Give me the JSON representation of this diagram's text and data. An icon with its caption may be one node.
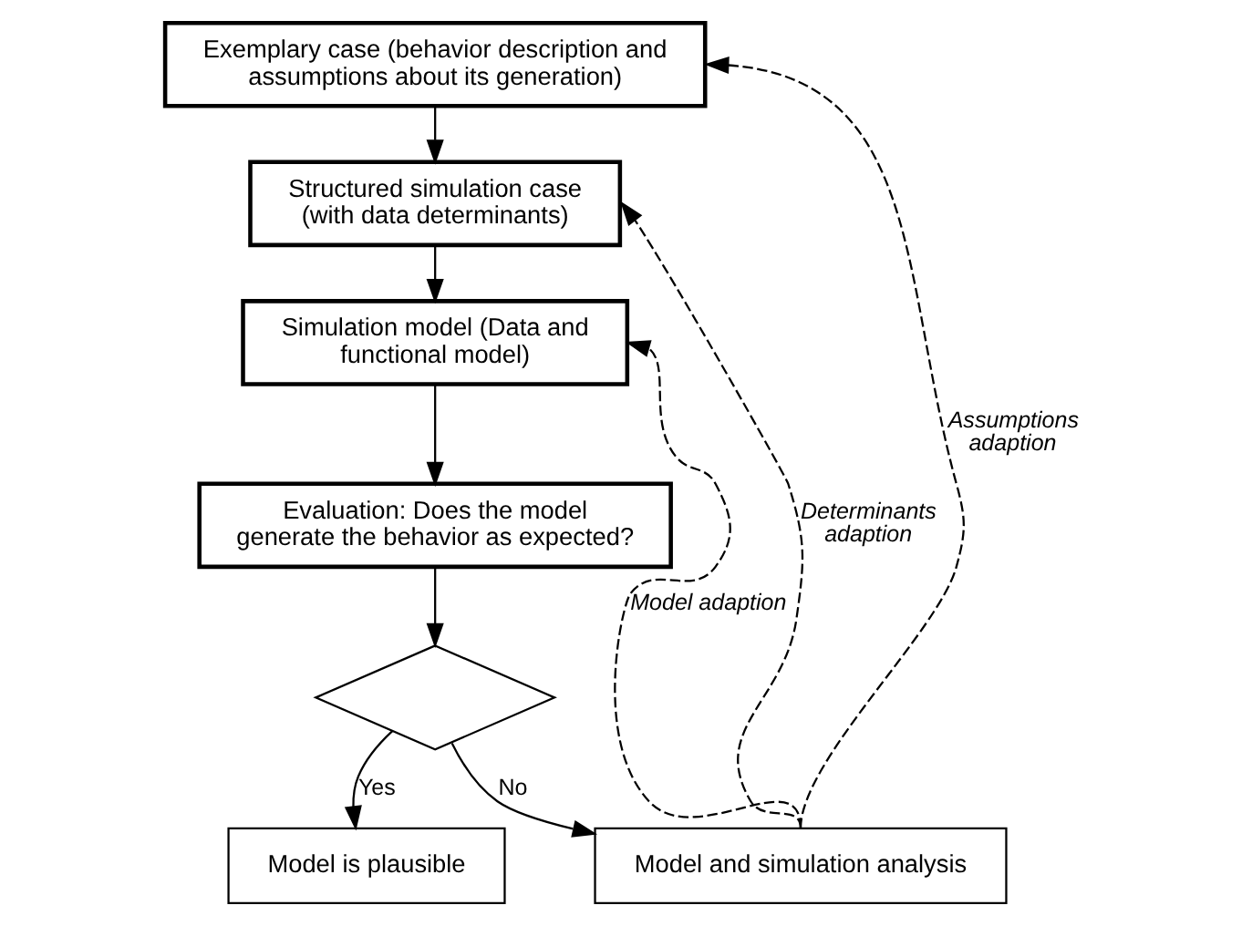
{
  "diagram": {
    "nodes": [
      {
        "text": [
          "Exemplary case (behavior description and assumptions about its generation)"
        ]
      },
      {
        "text": [
          "Structured simulation case (with data determinants)"
        ]
      },
      {
        "text": [
          "Simulation model (Data and functional model)"
        ]
      },
      {
        "text": [
          "Evaluation: Does the model generate the behavior as expected?"
        ]
      },
      {
        "text": [],
        "shape": "diamond"
      },
      {
        "text": [
          "Model is plausible"
        ]
      },
      {
        "text": [
          "Model and simulation analysis"
        ]
      }
    ],
    "edges": [
      {
        "from": 0,
        "to": 1,
        "arrow": "to"
      },
      {
        "from": 1,
        "to": 2,
        "arrow": "to"
      },
      {
        "from": 2,
        "to": 3,
        "arrow": "to"
      },
      {
        "from": 3,
        "to": 4,
        "arrow": "to"
      },
      {
        "from": 4,
        "to": 5,
        "arrow": "to",
        "label": "Yes"
      },
      {
        "from": 4,
        "to": 6,
        "arrow": "to",
        "label": "No"
      },
      {
        "from": 6,
        "to": 2,
        "arrow": "to",
        "style": "dashed",
        "label": "Model adaption"
      },
      {
        "from": 6,
        "to": 1,
        "arrow": "to",
        "style": "dashed",
        "label": "Determinants adaption"
      },
      {
        "from": 6,
        "to": 0,
        "arrow": "to",
        "style": "dashed",
        "label": "Assumptions adaption"
      }
    ]
  }
}
